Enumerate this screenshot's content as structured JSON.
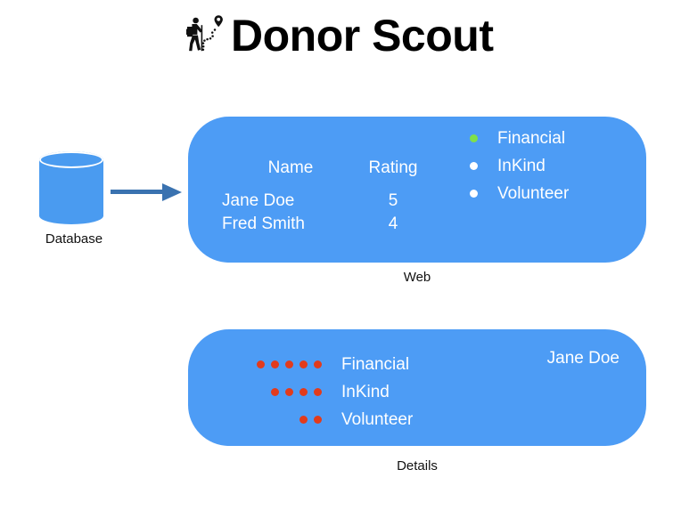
{
  "app": {
    "title": "Donor Scout",
    "title_icon": "hiker-trail-pin-icon"
  },
  "source": {
    "icon": "database-cylinder-icon",
    "label": "Database"
  },
  "flow": {
    "arrow_icon": "arrow-right-icon"
  },
  "colors": {
    "panel_blue": "#4D9CF5",
    "cylinder_blue": "#4A9BF0",
    "arrow_blue": "#3A72B0",
    "bullet_active_green": "#7FE04A",
    "bullet_white": "#FFFFFF",
    "dot_red": "#E23B1C",
    "text_white": "#FFFFFF",
    "text_black": "#111111",
    "background": "#FFFFFF"
  },
  "web_panel": {
    "caption": "Web",
    "table": {
      "columns": [
        "Name",
        "Rating"
      ],
      "rows": [
        {
          "name": "Jane Doe",
          "rating": "5"
        },
        {
          "name": "Fred Smith",
          "rating": "4"
        }
      ]
    },
    "legend": [
      {
        "label": "Financial",
        "bullet_color": "#7FE04A",
        "selected": true
      },
      {
        "label": "InKind",
        "bullet_color": "#FFFFFF",
        "selected": false
      },
      {
        "label": "Volunteer",
        "bullet_color": "#FFFFFF",
        "selected": false
      }
    ]
  },
  "details_panel": {
    "caption": "Details",
    "donor_name": "Jane Doe",
    "categories": [
      {
        "label": "Financial",
        "dots": 5
      },
      {
        "label": "InKind",
        "dots": 4
      },
      {
        "label": "Volunteer",
        "dots": 2
      }
    ]
  }
}
